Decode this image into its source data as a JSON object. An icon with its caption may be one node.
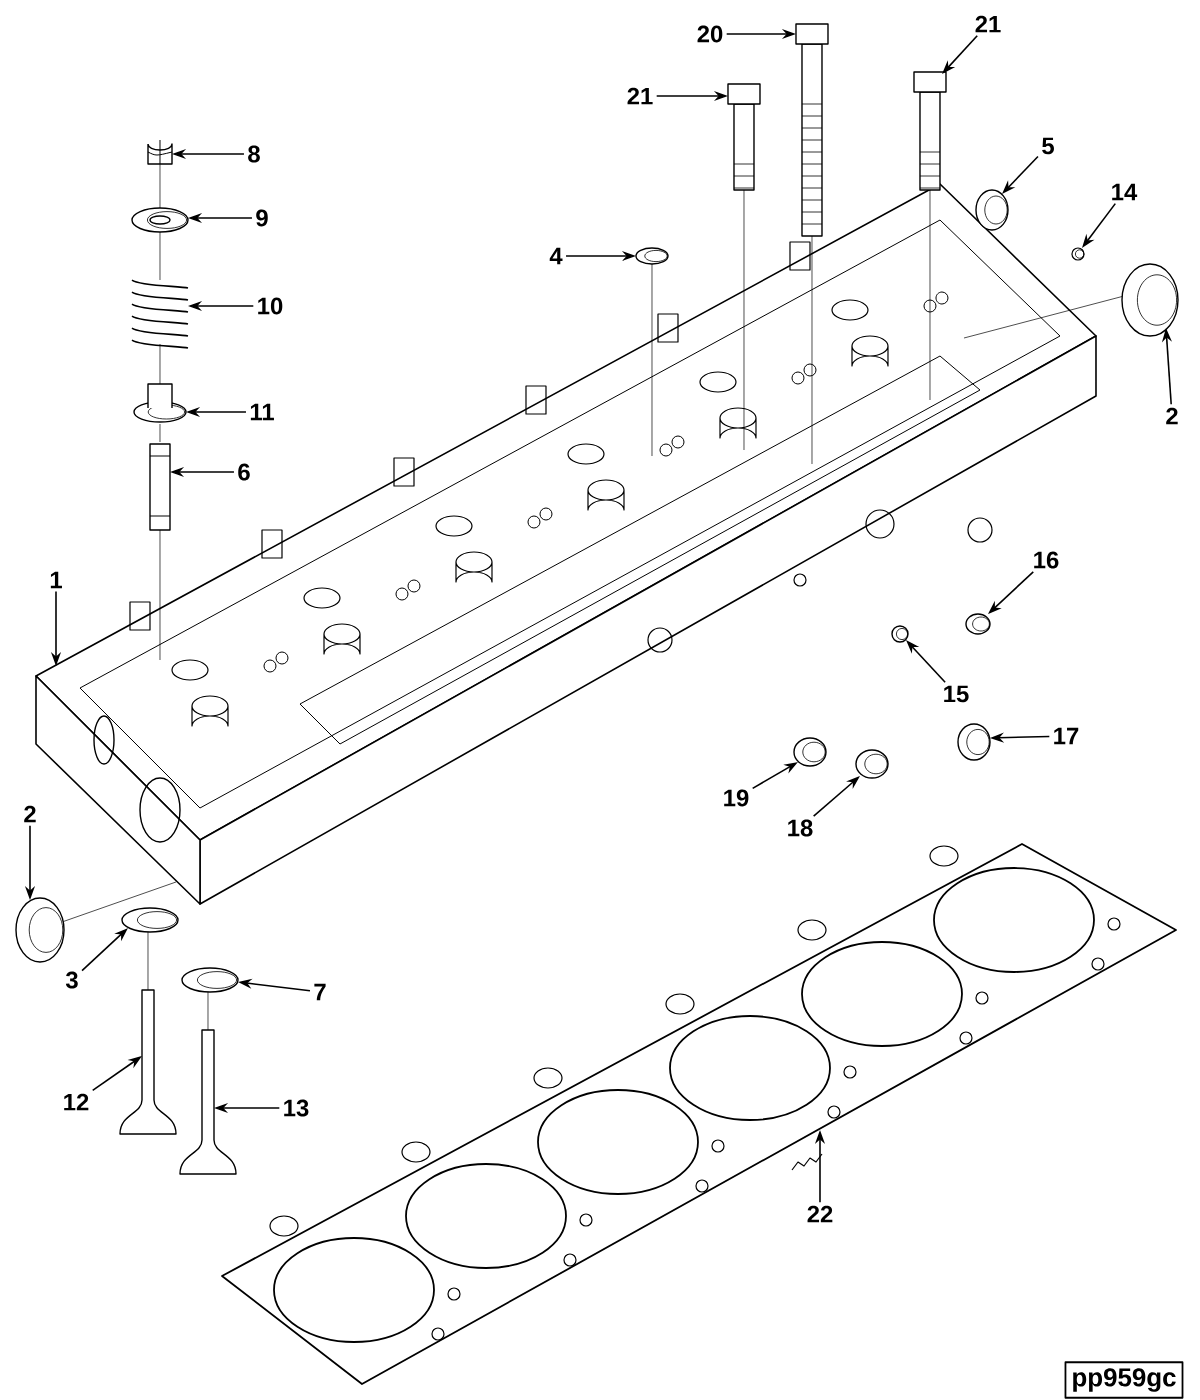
{
  "diagram": {
    "nodes": [
      {
        "text": [
          "21"
        ]
      },
      {
        "text": [
          "20"
        ]
      },
      {
        "text": [
          "21"
        ]
      },
      {
        "text": [
          "5"
        ]
      },
      {
        "text": [
          "8"
        ]
      },
      {
        "text": [
          "14"
        ]
      },
      {
        "text": [
          "9"
        ]
      },
      {
        "text": [
          "4"
        ]
      },
      {
        "text": [
          "10"
        ]
      },
      {
        "text": [
          "2"
        ]
      },
      {
        "text": [
          "11"
        ]
      },
      {
        "text": [
          "6"
        ]
      },
      {
        "text": [
          "1"
        ]
      },
      {
        "text": [
          "16"
        ]
      },
      {
        "text": [
          "15"
        ]
      },
      {
        "text": [
          "17"
        ]
      },
      {
        "text": [
          "19"
        ]
      },
      {
        "text": [
          "2"
        ]
      },
      {
        "text": [
          "18"
        ]
      },
      {
        "text": [
          "3"
        ]
      },
      {
        "text": [
          "7"
        ]
      },
      {
        "text": [
          "12"
        ]
      },
      {
        "text": [
          "13"
        ]
      },
      {
        "text": [
          "22"
        ]
      },
      {
        "text": [
          "pp959gc"
        ]
      },
      {
        "text": [],
        "shape": "picture"
      },
      {
        "text": [],
        "shape": "picture"
      },
      {
        "text": [],
        "shape": "picture"
      },
      {
        "text": [],
        "shape": "picture"
      },
      {
        "text": [],
        "shape": "picture"
      },
      {
        "text": [],
        "shape": "picture"
      },
      {
        "text": [],
        "shape": "picture"
      },
      {
        "text": [],
        "shape": "picture"
      },
      {
        "text": [],
        "shape": "picture"
      },
      {
        "text": [],
        "shape": "picture"
      },
      {
        "text": [],
        "shape": "picture"
      },
      {
        "text": [],
        "shape": "picture"
      },
      {
        "text": [],
        "shape": "picture"
      },
      {
        "text": [],
        "shape": "picture"
      },
      {
        "text": [],
        "shape": "picture"
      },
      {
        "text": [],
        "shape": "picture"
      },
      {
        "text": [],
        "shape": "picture"
      },
      {
        "text": [],
        "shape": "picture"
      },
      {
        "text": [],
        "shape": "picture"
      },
      {
        "text": [],
        "shape": "picture"
      },
      {
        "text": [],
        "shape": "picture"
      },
      {
        "text": [],
        "shape": "picture"
      },
      {
        "text": [],
        "shape": "picture"
      },
      {
        "text": [],
        "shape": "picture"
      }
    ],
    "edges": [
      {
        "from": 0,
        "to": 25,
        "arrow": "to"
      },
      {
        "from": 1,
        "to": 26,
        "arrow": "to"
      },
      {
        "from": 2,
        "to": 27,
        "arrow": "to"
      },
      {
        "from": 3,
        "to": 28,
        "arrow": "to"
      },
      {
        "from": 4,
        "to": 29,
        "arrow": "to"
      },
      {
        "from": 5,
        "to": 30,
        "arrow": "to"
      },
      {
        "from": 6,
        "to": 31,
        "arrow": "to"
      },
      {
        "from": 7,
        "to": 32,
        "arrow": "to"
      },
      {
        "from": 8,
        "to": 33,
        "arrow": "to"
      },
      {
        "from": 9,
        "to": 34,
        "arrow": "to"
      },
      {
        "from": 10,
        "to": 35,
        "arrow": "to"
      },
      {
        "from": 11,
        "to": 36,
        "arrow": "to"
      },
      {
        "from": 12,
        "to": 37,
        "arrow": "to"
      },
      {
        "from": 13,
        "to": 38,
        "arrow": "to"
      },
      {
        "from": 14,
        "to": 39,
        "arrow": "to"
      },
      {
        "from": 15,
        "to": 40,
        "arrow": "to"
      },
      {
        "from": 16,
        "to": 41,
        "arrow": "to"
      },
      {
        "from": 17,
        "to": 42,
        "arrow": "to"
      },
      {
        "from": 18,
        "to": 43,
        "arrow": "to"
      },
      {
        "from": 19,
        "to": 44,
        "arrow": "to"
      },
      {
        "from": 20,
        "to": 45,
        "arrow": "to"
      },
      {
        "from": 21,
        "to": 46,
        "arrow": "to"
      },
      {
        "from": 22,
        "to": 47,
        "arrow": "to"
      },
      {
        "from": 23,
        "to": 48,
        "arrow": "to"
      },
      {
        "from": 29,
        "to": 31,
        "arrow": "none"
      },
      {
        "from": 31,
        "to": 33,
        "arrow": "none"
      },
      {
        "from": 33,
        "to": 35,
        "arrow": "none"
      },
      {
        "from": 35,
        "to": 36,
        "arrow": "none"
      },
      {
        "from": 36,
        "to": 37,
        "arrow": "none"
      },
      {
        "from": 32,
        "to": 37,
        "arrow": "none"
      },
      {
        "from": 25,
        "to": 37,
        "arrow": "none"
      },
      {
        "from": 26,
        "to": 37,
        "arrow": "none"
      },
      {
        "from": 27,
        "to": 37,
        "arrow": "none"
      },
      {
        "from": 34,
        "to": 37,
        "arrow": "none"
      },
      {
        "from": 42,
        "to": 37,
        "arrow": "none"
      },
      {
        "from": 44,
        "to": 46,
        "arrow": "none"
      },
      {
        "from": 45,
        "to": 47,
        "arrow": "none"
      }
    ]
  }
}
